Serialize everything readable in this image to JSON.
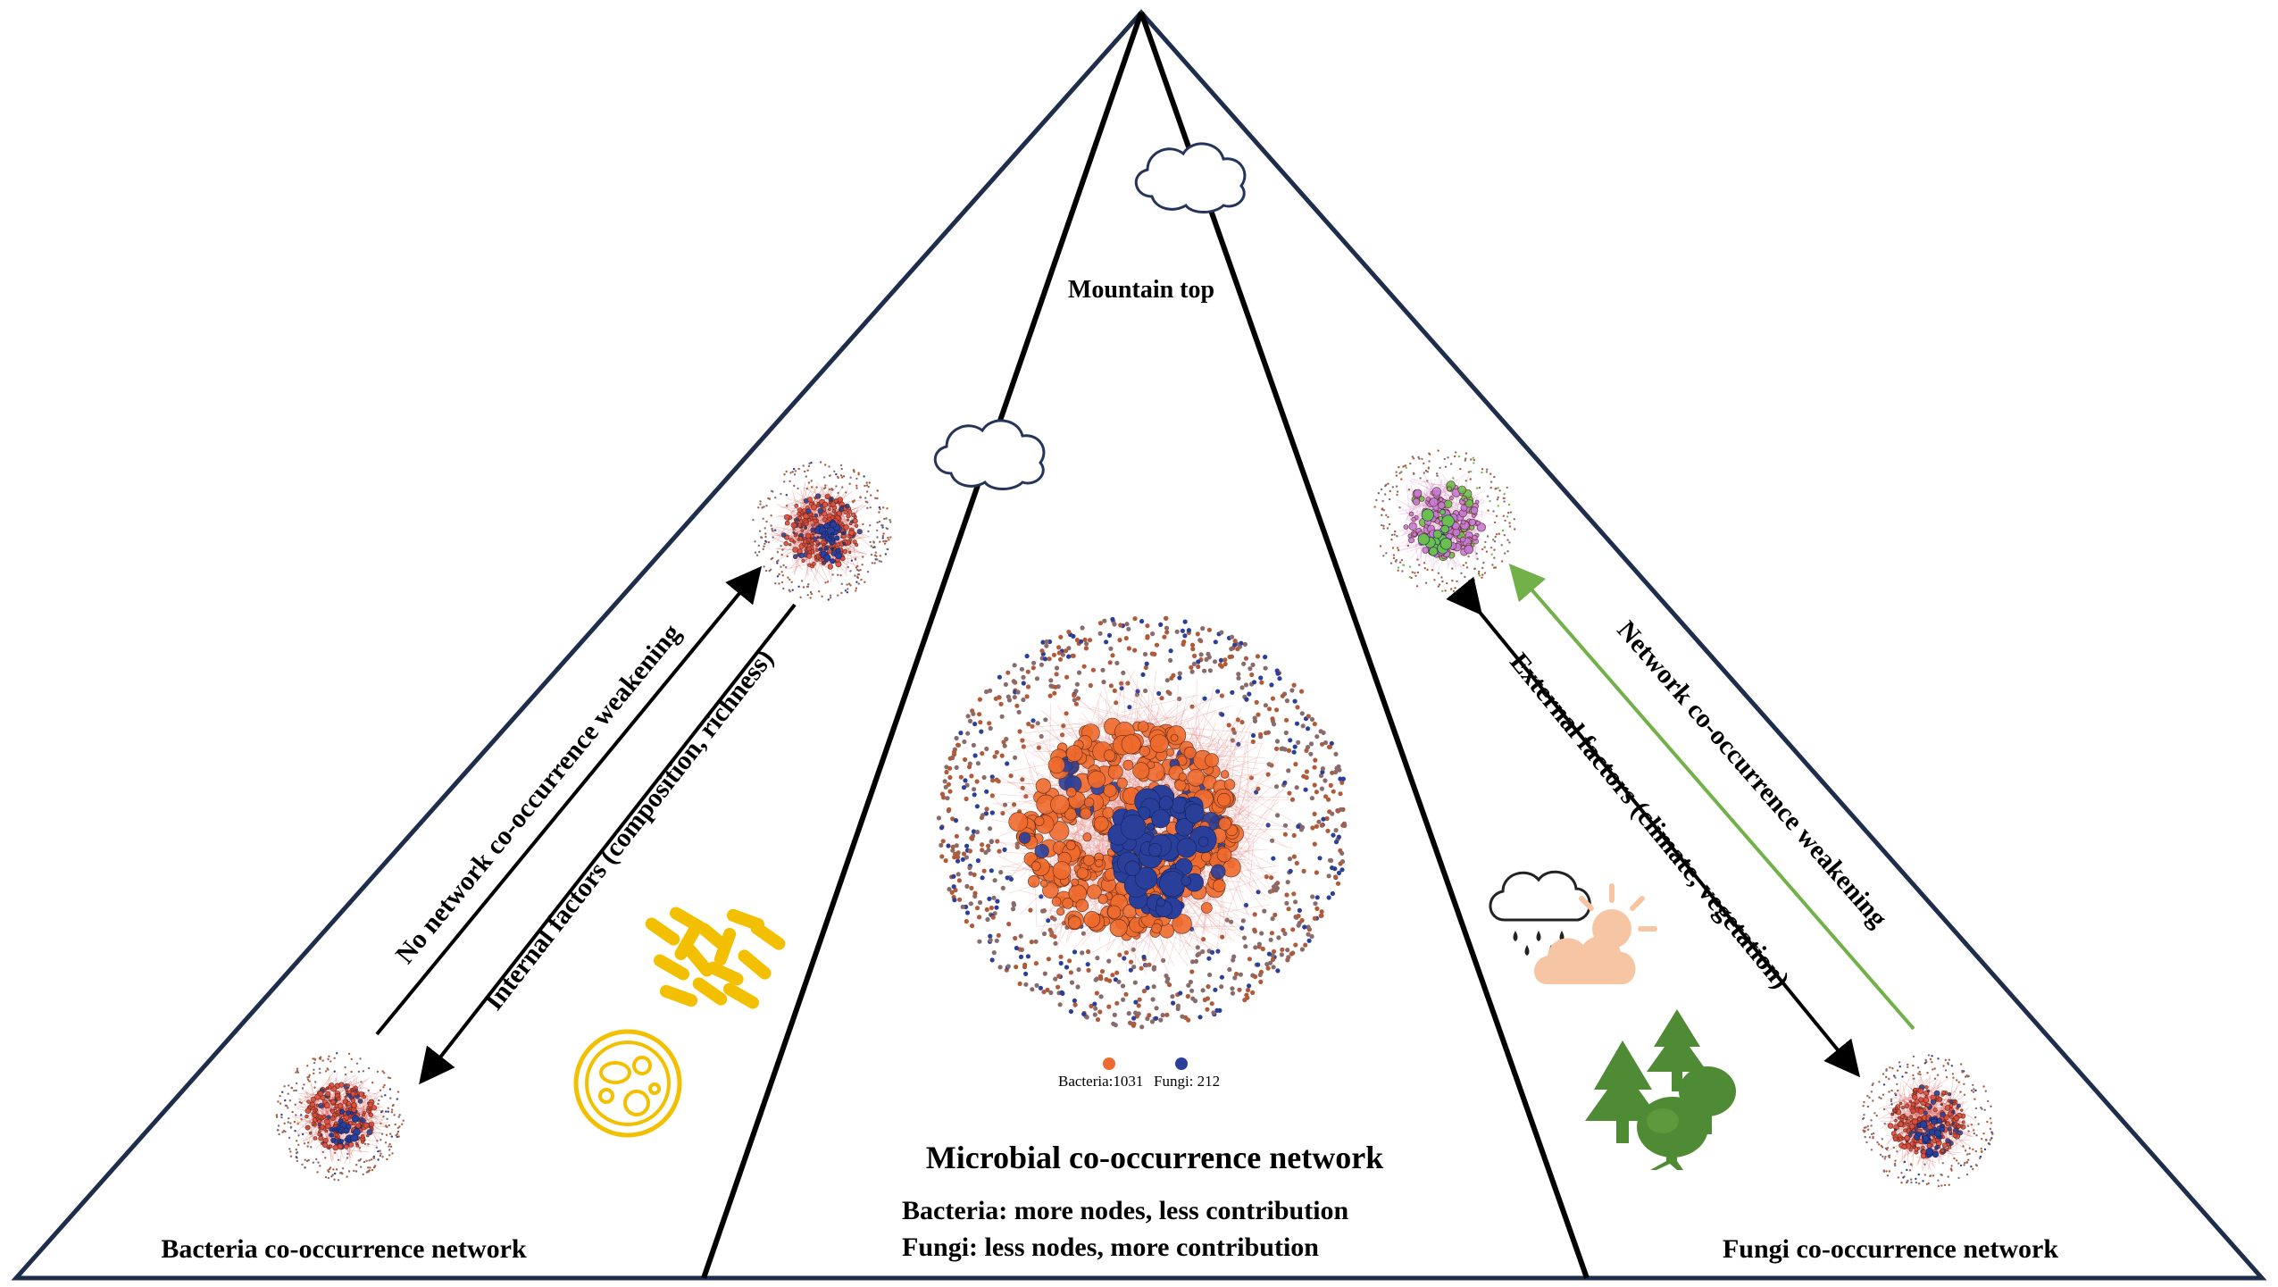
{
  "labels": {
    "mountain_top": "Mountain top",
    "center_title": "Microbial co-occurrence network",
    "center_line1": "Bacteria: more nodes, less contribution",
    "center_line2": "Fungi: less nodes, more contribution",
    "left_title": "Bacteria co-occurrence network",
    "right_title": "Fungi co-occurrence network",
    "left_arrow_up": "No network co-occurrence weakening",
    "left_arrow_down": "Internal factors (composition, richness)",
    "right_arrow_black": "External factors (climate, vegetation)",
    "right_arrow_green": "Network co-occurrence weakening",
    "legend_bacteria": "Bacteria:1031",
    "legend_fungi": "Fungi: 212"
  },
  "colors": {
    "outline": "#1f2d4d",
    "bacteria": "#ee6a2e",
    "fungi": "#2a3f9a",
    "green_arrow": "#72b04a",
    "tree": "#4f8a34",
    "microbe": "#f2c000",
    "sun": "#f6c6a4",
    "cloud": "#24345a"
  },
  "icons": [
    "cloud-icon",
    "rain-cloud-icon",
    "sun-cloud-icon",
    "tree-icon",
    "bacteria-rods-icon",
    "cell-icon"
  ]
}
